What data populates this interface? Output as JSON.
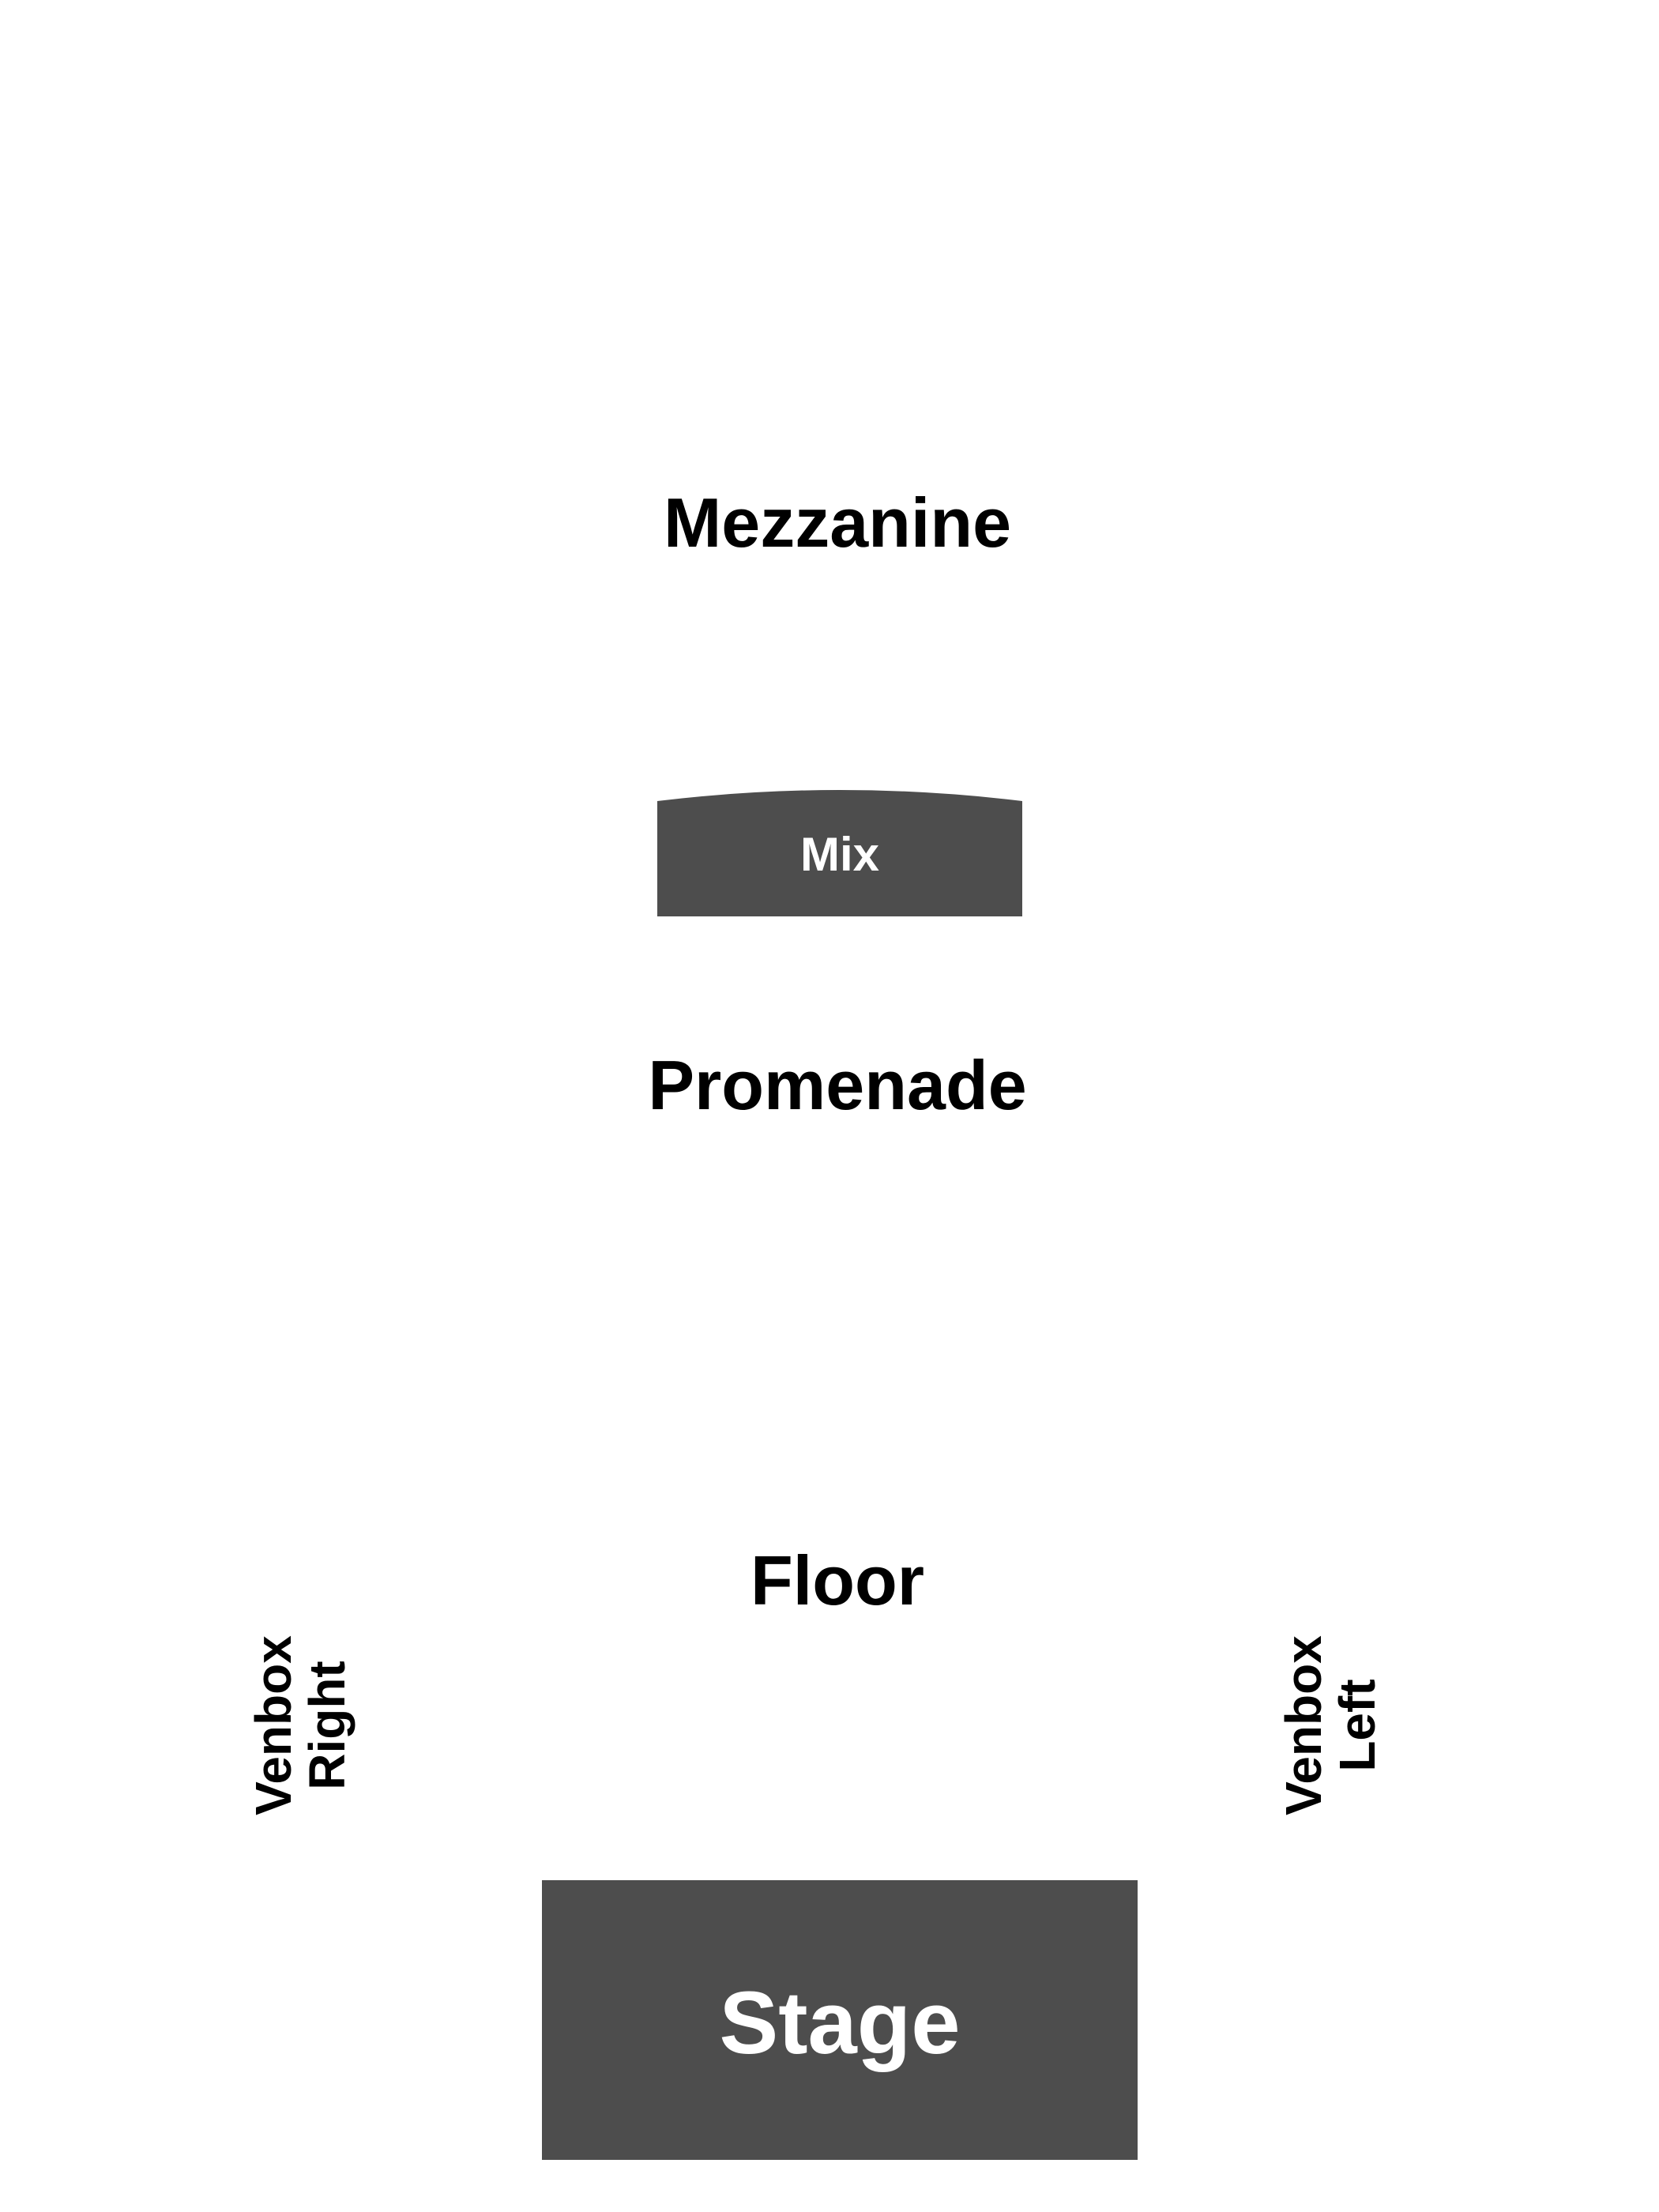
{
  "sections": {
    "mezzanine": "Mezzanine",
    "mix": "Mix",
    "promenade": "Promenade",
    "floor": "Floor",
    "venbox_right": [
      "Venbox",
      "Right"
    ],
    "venbox_left": [
      "Venbox",
      "Left"
    ],
    "stage": "Stage"
  },
  "colors": {
    "block_fill": "#4d4d4d",
    "label_text": "#000000",
    "block_text": "#ffffff",
    "background": "#ffffff"
  }
}
